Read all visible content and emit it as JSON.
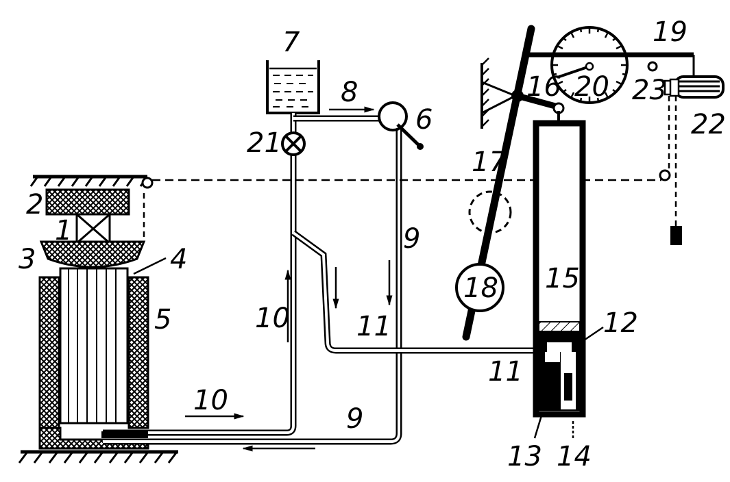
{
  "diagram": {
    "labels": {
      "l1": "1",
      "l2": "2",
      "l3": "3",
      "l4": "4",
      "l5": "5",
      "l6": "6",
      "l7": "7",
      "l8": "8",
      "l9a": "9",
      "l9b": "9",
      "l10a": "10",
      "l10b": "10",
      "l11a": "11",
      "l11b": "11",
      "l12": "12",
      "l13": "13",
      "l14": "14",
      "l15": "15",
      "l16": "16",
      "l17": "17",
      "l18": "18",
      "l19": "19",
      "l20": "20",
      "l21": "21",
      "l22": "22",
      "l23": "23"
    }
  }
}
